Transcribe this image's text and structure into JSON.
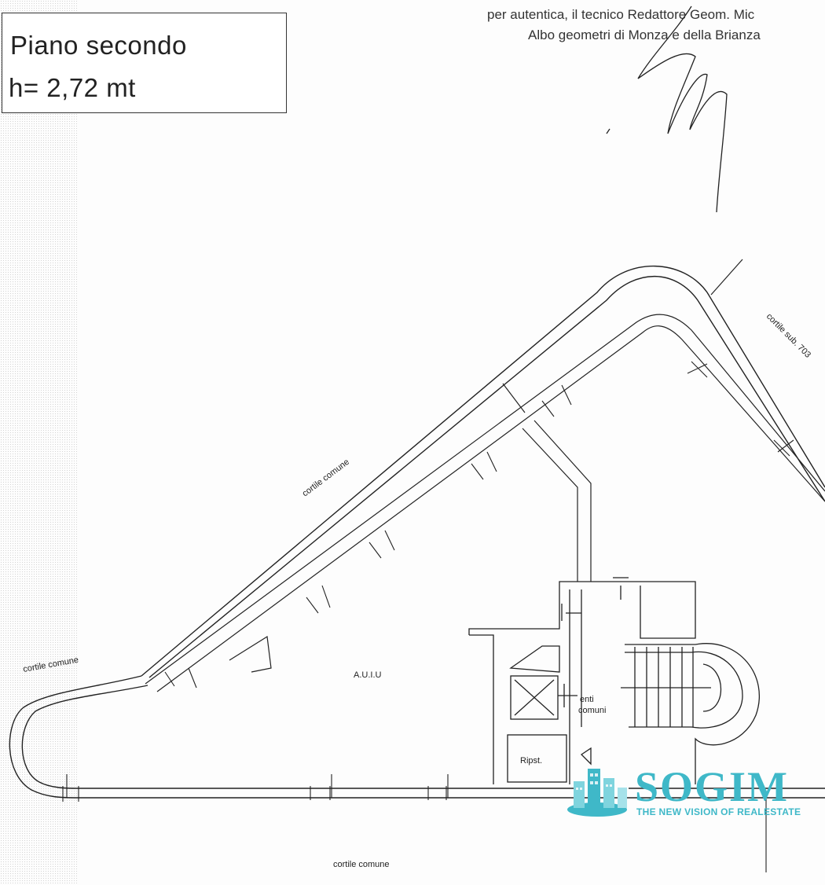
{
  "header": {
    "floor_title": "Piano secondo",
    "height_label": "h= 2,72 mt"
  },
  "authentication": {
    "line1": "per autentica, il tecnico Redattore Geom. Mic",
    "line2": "Albo geometri di Monza e della Brianza"
  },
  "plan_labels": {
    "courtyard_top": "cortile comune",
    "courtyard_left": "cortile comune",
    "courtyard_bottom": "cortile comune",
    "courtyard_sub": "cortile sub. 703",
    "unit": "A.U.I.U",
    "common_areas_line1": "enti",
    "common_areas_line2": "comuni",
    "storage": "Ripst."
  },
  "logo": {
    "name": "SOGIM",
    "tagline": "THE NEW VISION OF REALESTATE",
    "accent_color": "#3fb8c8"
  }
}
